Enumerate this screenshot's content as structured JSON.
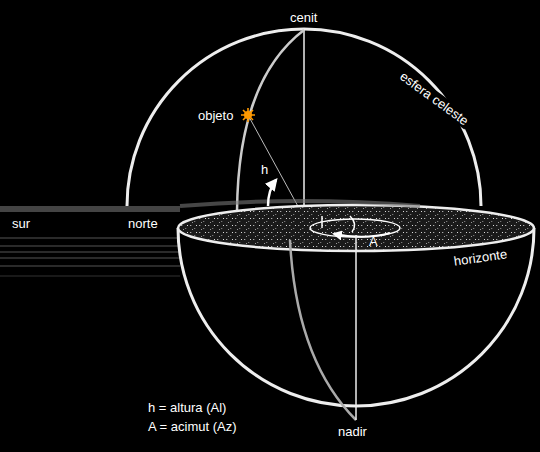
{
  "diagram": {
    "labels": [
      "cenit",
      "esfera celeste",
      "objeto",
      "h",
      "sur",
      "norte",
      "A",
      "horizonte",
      "h = altura (Al)",
      "A = acimut (Az)",
      "nadir"
    ]
  }
}
